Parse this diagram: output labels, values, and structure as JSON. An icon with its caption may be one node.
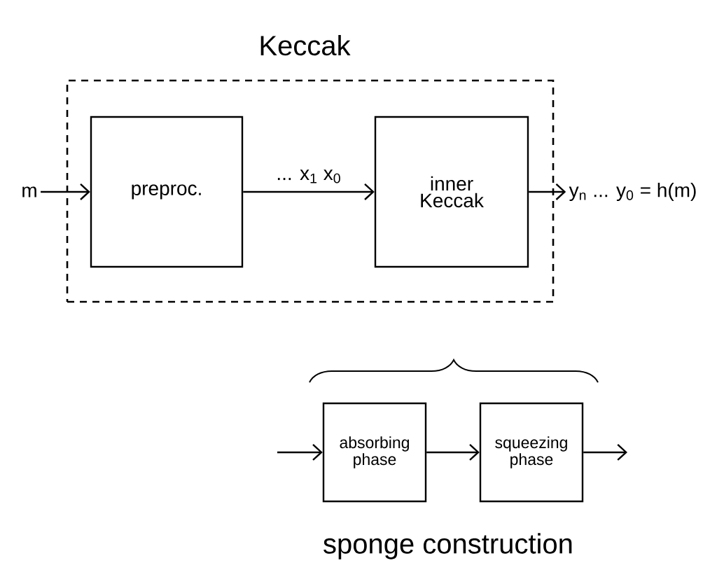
{
  "diagram": {
    "nodes": [
      {
        "text": [
          "Keccak"
        ]
      },
      {
        "text": [
          "m"
        ]
      },
      {
        "text": [
          "preproc."
        ],
        "in": 0
      },
      {
        "text": [
          "inner Keccak"
        ],
        "in": 0
      },
      {
        "text": [
          "y$_{n}$ ... y$_{0}$ = h(m)"
        ]
      },
      {
        "text": [
          "absorbing phase"
        ]
      },
      {
        "text": [
          "squeezing phase"
        ]
      }
    ],
    "edges": [
      {
        "from": 1,
        "to": 2,
        "arrow": "to"
      },
      {
        "from": 2,
        "to": 3,
        "arrow": "to",
        "label": "... x$_{1}$ x$_{0}$"
      },
      {
        "from": 3,
        "to": 4,
        "arrow": "to"
      },
      {
        "from": null,
        "to": 5,
        "arrow": "to"
      },
      {
        "from": 5,
        "to": 6,
        "arrow": "to"
      },
      {
        "from": 6,
        "to": null,
        "arrow": "to"
      }
    ],
    "labels": [
      "sponge construction"
    ]
  }
}
